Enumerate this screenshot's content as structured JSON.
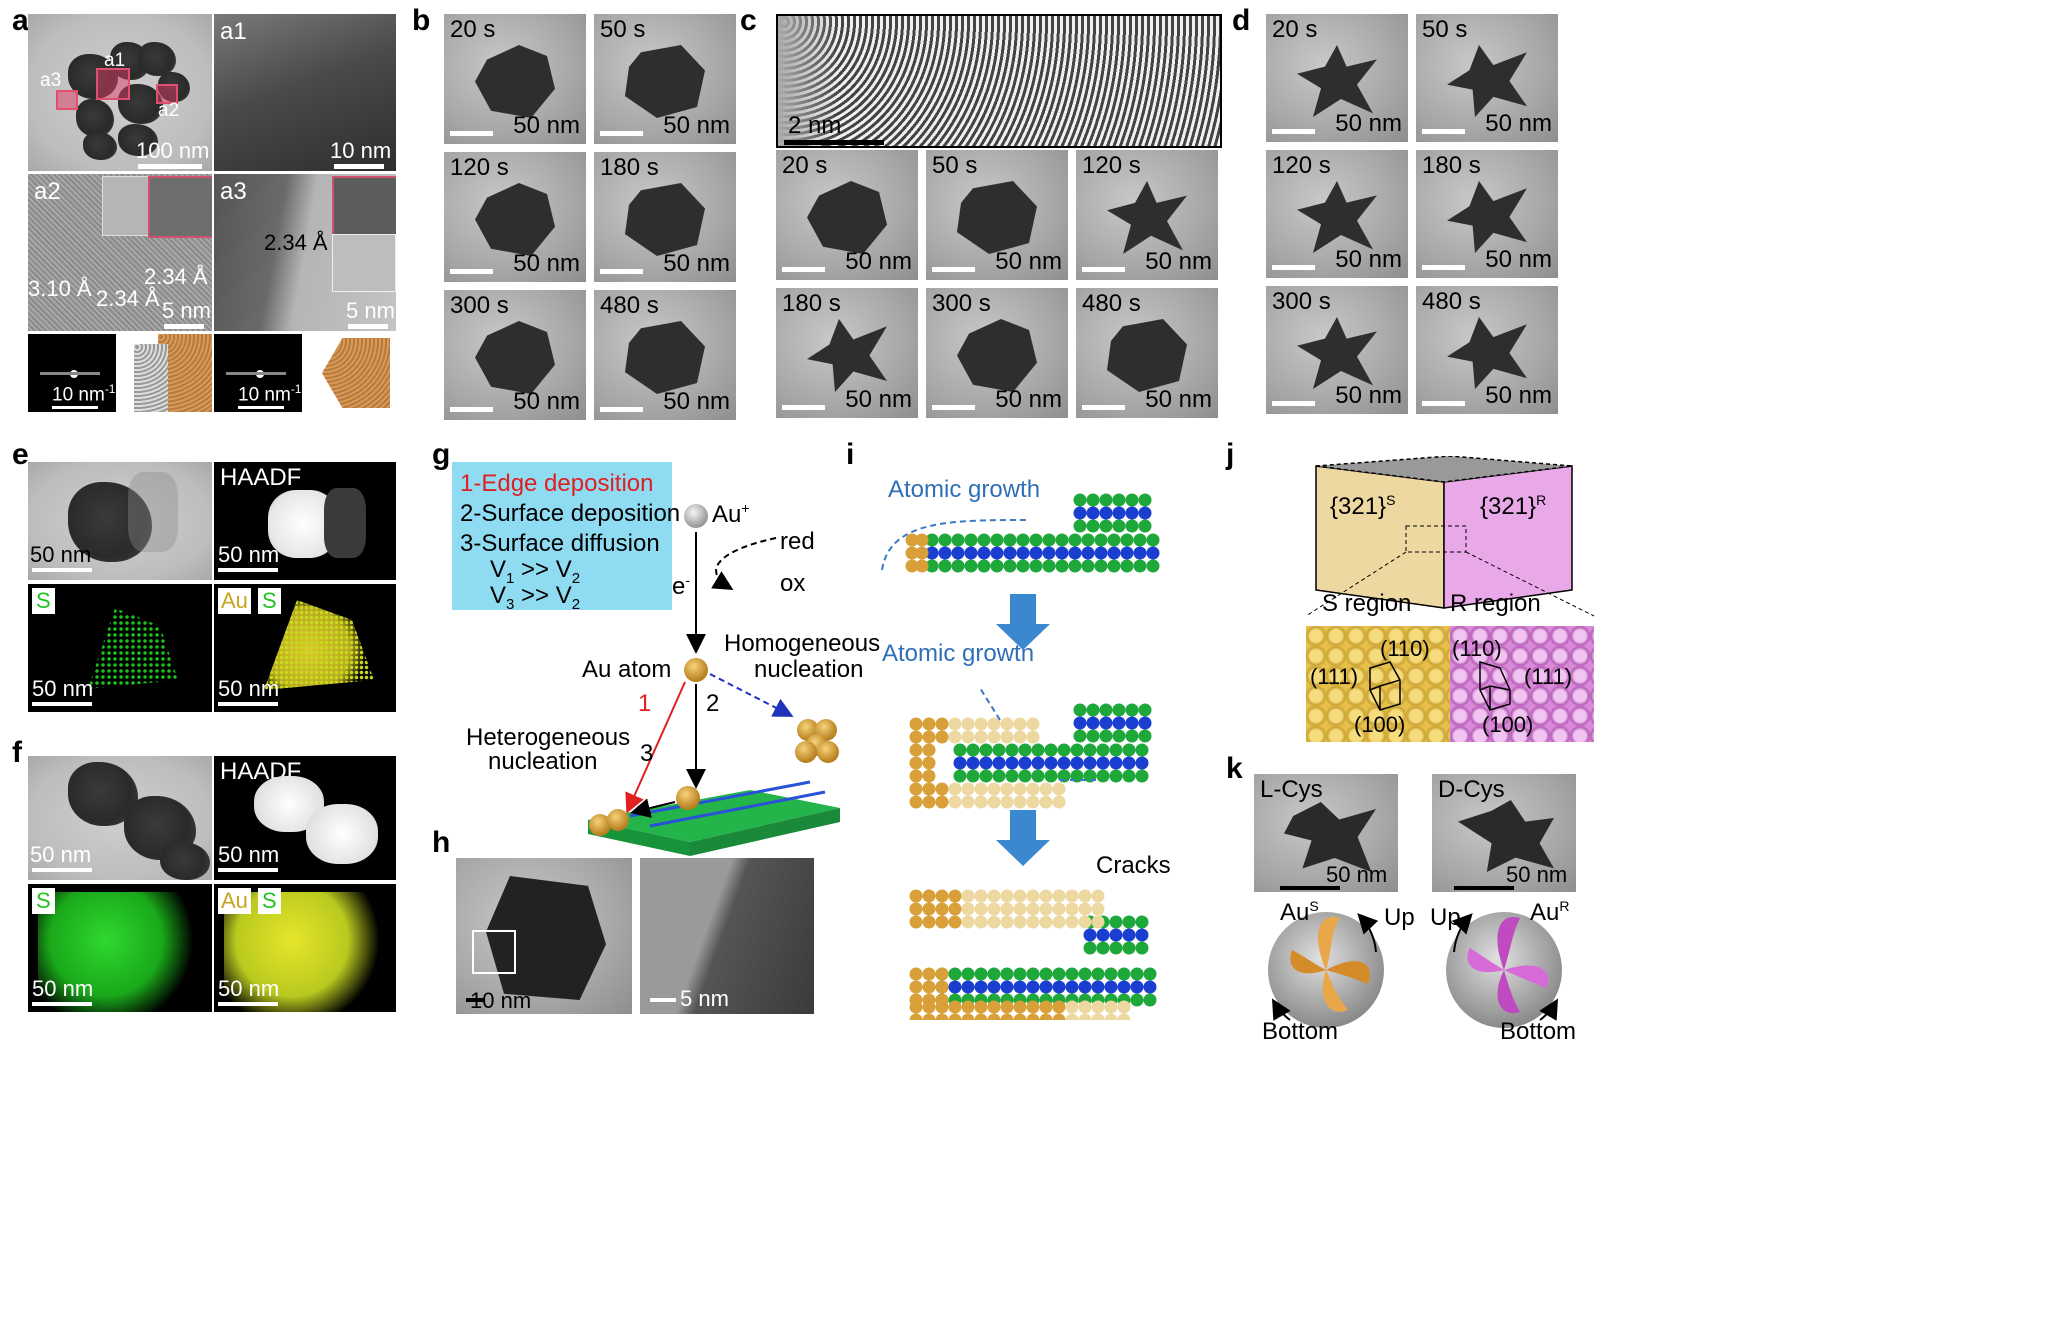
{
  "panels": {
    "a": {
      "label": "a",
      "sub": {
        "a1": "a1",
        "a2": "a2",
        "a3": "a3"
      },
      "scales": {
        "main": "100 nm",
        "a1": "10 nm",
        "a2": "5 nm",
        "a3": "5 nm",
        "saed1": "10 nm",
        "saed1_sup": "-1",
        "saed2": "10 nm",
        "saed2_sup": "-1"
      },
      "annotations": {
        "d1": "3.10 Å",
        "d2": "2.34 Å",
        "d3": "2.34 Å",
        "d4": "2.34 Å"
      },
      "markers": {
        "a1": "a1",
        "a2": "a2",
        "a3": "a3"
      }
    },
    "b": {
      "label": "b",
      "times": [
        "20 s",
        "50 s",
        "120 s",
        "180 s",
        "300 s",
        "480 s"
      ],
      "scale": "50 nm"
    },
    "c": {
      "label": "c",
      "hr_scale": "2 nm",
      "times": [
        "20 s",
        "50 s",
        "120 s",
        "180 s",
        "300 s",
        "480 s"
      ],
      "scale": "50 nm"
    },
    "d": {
      "label": "d",
      "times": [
        "20 s",
        "50 s",
        "120 s",
        "180 s",
        "300 s",
        "480 s"
      ],
      "scale": "50 nm"
    },
    "e": {
      "label": "e",
      "haadf": "HAADF",
      "map_s": "S",
      "map_au": "Au",
      "scale": "50 nm"
    },
    "f": {
      "label": "f",
      "haadf": "HAADF",
      "map_s": "S",
      "map_au": "Au",
      "scale": "50 nm"
    },
    "g": {
      "label": "g",
      "legend": [
        "1-Edge deposition",
        "2-Surface deposition",
        "3-Surface diffusion"
      ],
      "v1": "V",
      "v1_sub": "1",
      "v1_rel": " >> V",
      "v1_sub2": "2",
      "v3": "V",
      "v3_sub": "3",
      "v3_rel": " >> V",
      "v3_sub2": "2",
      "au_plus": "Au",
      "au_plus_sup": "+",
      "red": "red",
      "ox": "ox",
      "e": "e",
      "e_sup": "-",
      "au_atom": "Au atom",
      "homo": "Homogeneous",
      "homo2": "nucleation",
      "hetero": "Heterogeneous",
      "hetero2": "nucleation",
      "n1": "1",
      "n2": "2",
      "n3": "3"
    },
    "h": {
      "label": "h",
      "scale1": "10 nm",
      "scale2": "5 nm"
    },
    "i": {
      "label": "i",
      "growth1": "Atomic growth",
      "growth2": "Atomic growth",
      "cracks": "Cracks"
    },
    "j": {
      "label": "j",
      "face_s": "{321}",
      "face_s_sup": "S",
      "face_r": "{321}",
      "face_r_sup": "R",
      "s_region": "S region",
      "r_region": "R region",
      "l110": "(110)",
      "l111": "(111)",
      "l100": "(100)",
      "r110": "(110)",
      "r111": "(111)",
      "r100": "(100)"
    },
    "k": {
      "label": "k",
      "lcys": "L-Cys",
      "dcys": "D-Cys",
      "scale": "50 nm",
      "aus": "Au",
      "aus_sup": "S",
      "aur": "Au",
      "aur_sup": "R",
      "up": "Up",
      "bottom": "Bottom"
    }
  },
  "colors": {
    "red_text": "#e02020",
    "blue_text": "#2f6fb8",
    "legend_bg": "#8fdcf2",
    "green_atom": "#1fa83a",
    "blue_atom": "#1a3fd0",
    "gold_atom": "#d9a03a",
    "pink": "#e9a9e9",
    "tan": "#ecd8a0"
  }
}
